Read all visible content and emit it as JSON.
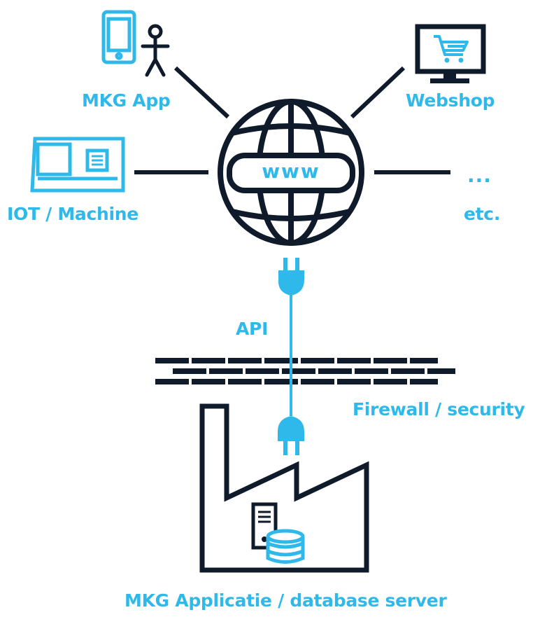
{
  "colors": {
    "accent": "#2fb9ea",
    "dark": "#0f1b2a",
    "background": "#ffffff"
  },
  "globe": {
    "text": "www",
    "icon": "globe-icon"
  },
  "nodes": {
    "app": {
      "label": "MKG App",
      "icons": [
        "smartphone-icon",
        "person-icon"
      ]
    },
    "webshop": {
      "label": "Webshop",
      "icon": "monitor-shopping-cart-icon"
    },
    "iot": {
      "label": "IOT / Machine",
      "icon": "machine-icon"
    },
    "etc": {
      "label": "etc.",
      "ellipsis": "..."
    }
  },
  "api": {
    "label": "API",
    "icon": "plug-icon"
  },
  "firewall": {
    "label": "Firewall / security",
    "icon": "brick-wall-icon"
  },
  "server": {
    "label": "MKG Applicatie / database server",
    "icons": [
      "factory-icon",
      "server-icon",
      "database-icon"
    ]
  }
}
